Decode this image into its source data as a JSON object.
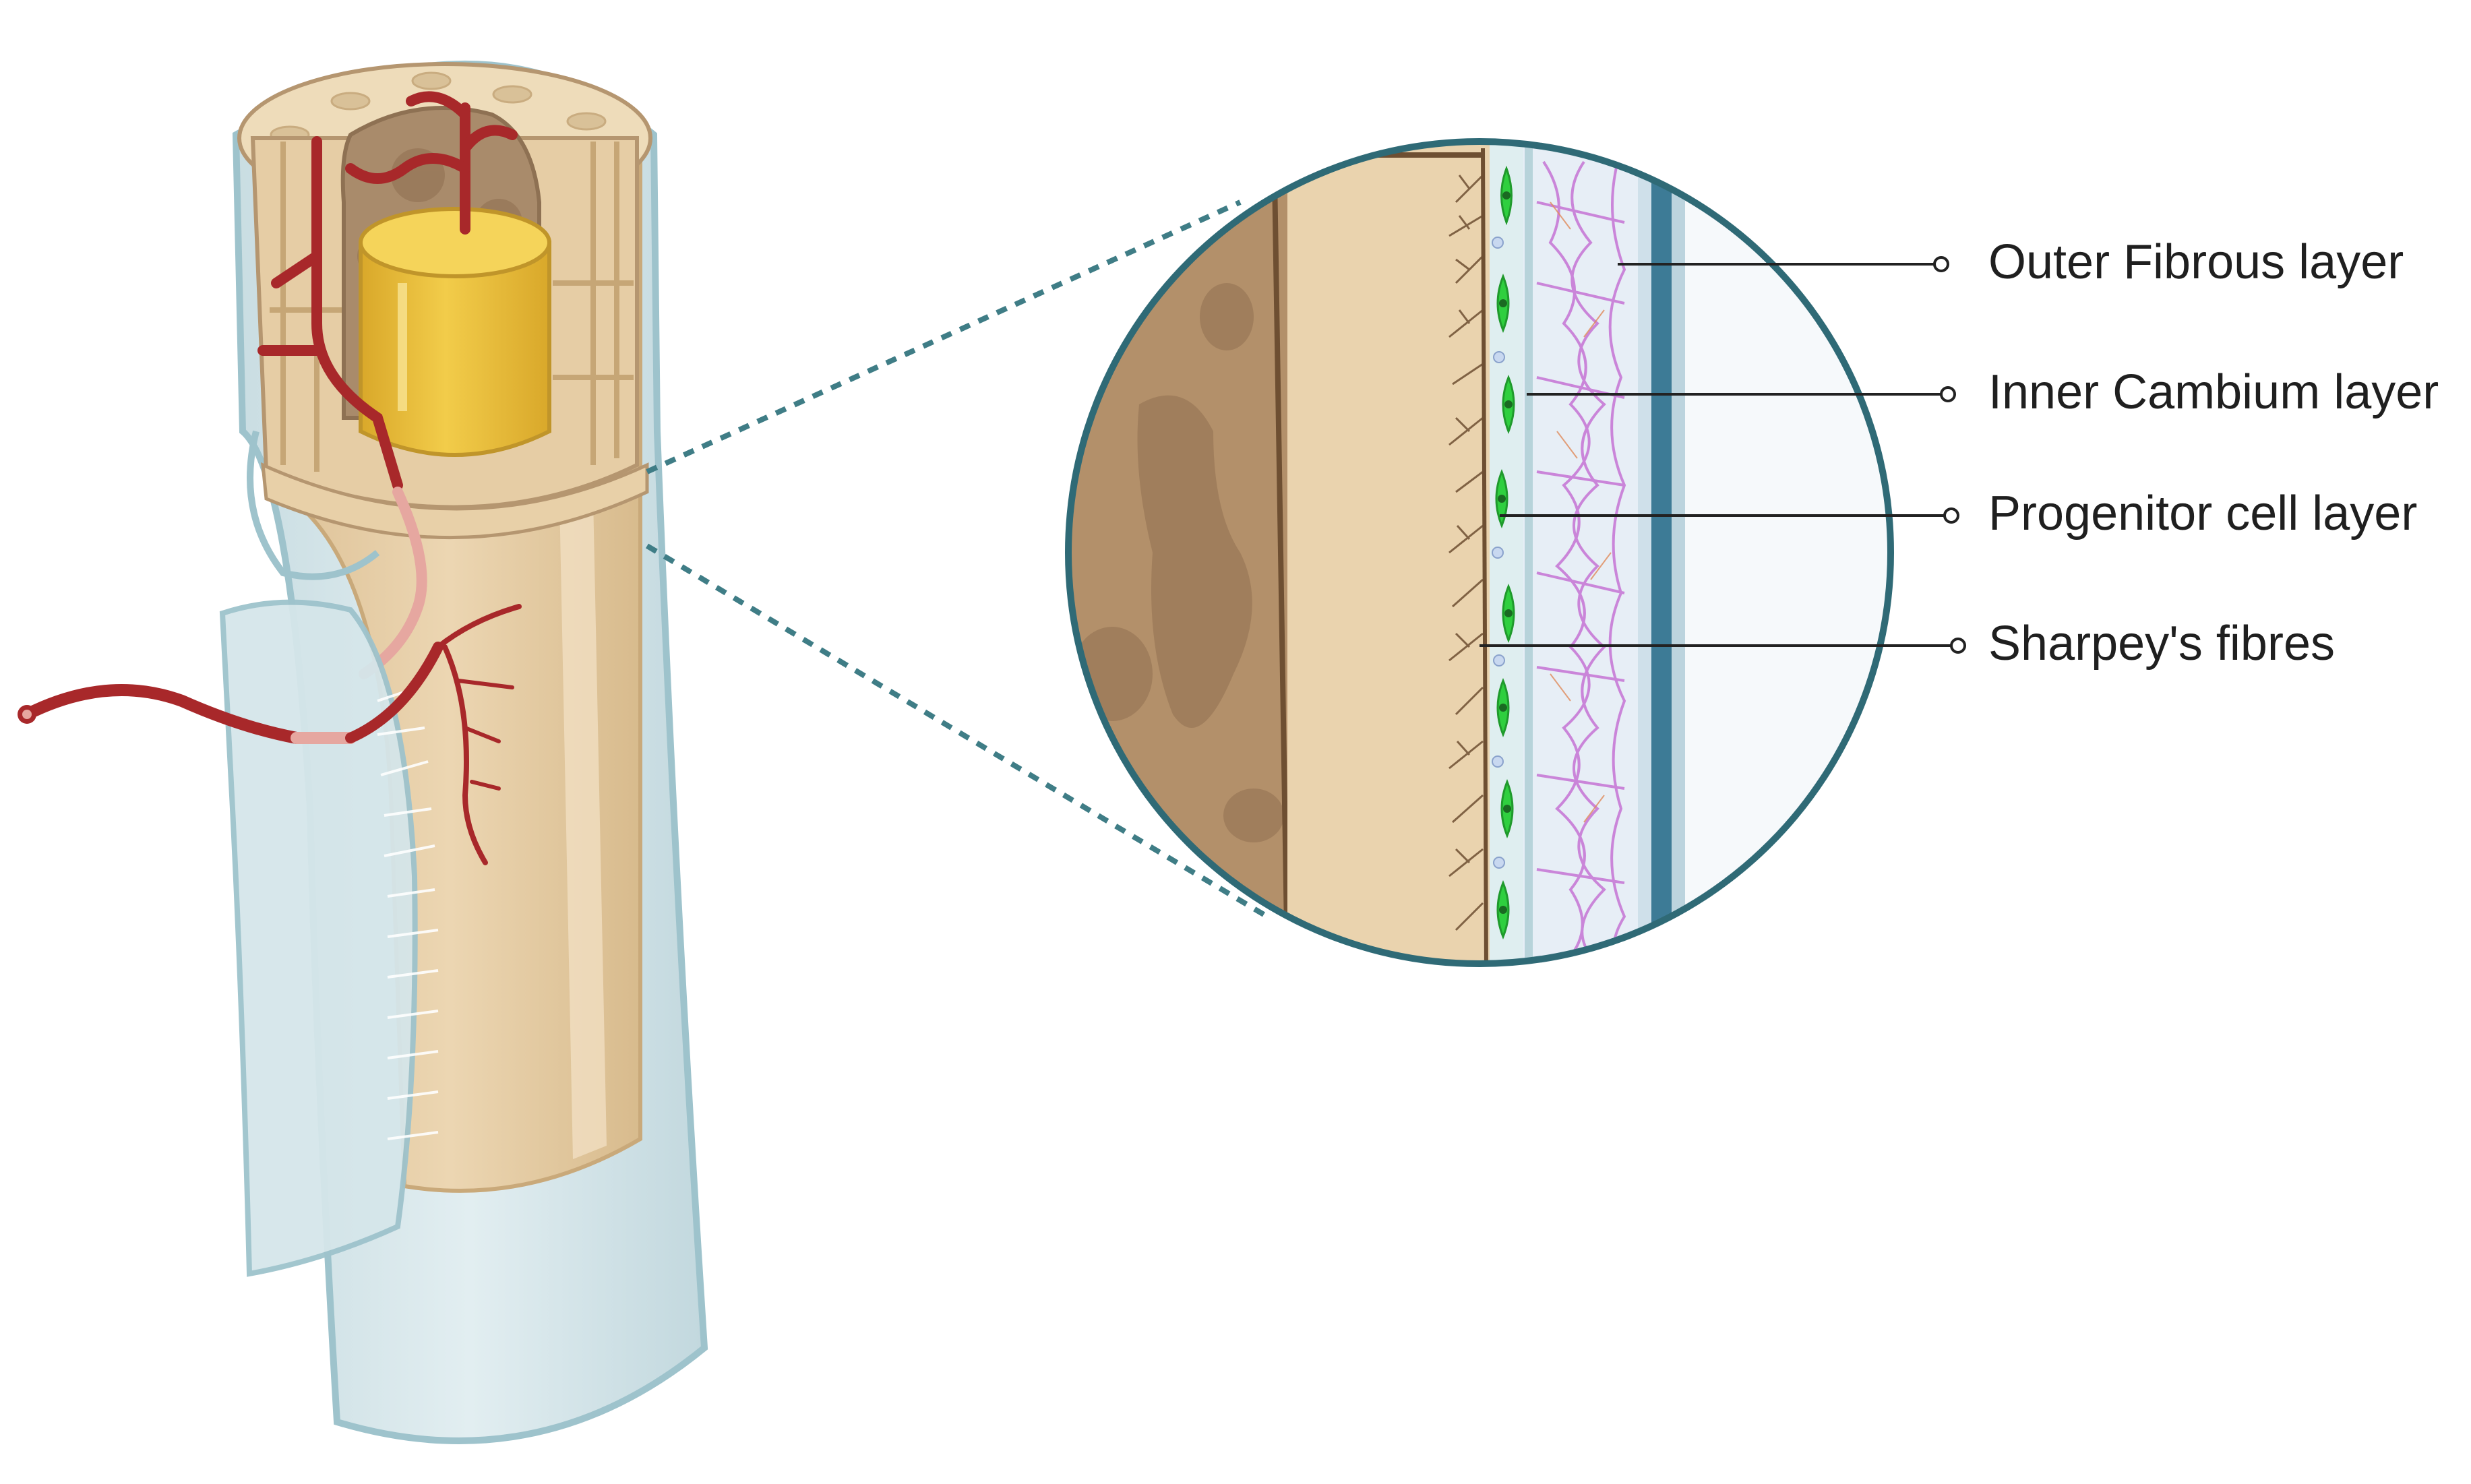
{
  "labels": {
    "outer_fibrous": "Outer Fibrous layer",
    "inner_cambium": "Inner Cambium layer",
    "progenitor": "Progenitor cell layer",
    "sharpey": "Sharpey's fibres"
  },
  "colors": {
    "bone": "#e8d2ad",
    "bone_dark": "#d9bd90",
    "marrow": "#b3906a",
    "marrow_spot": "#a5825e",
    "periosteum": "#d6e6ea",
    "periosteum_edge": "#9ec3cc",
    "vessel": "#a8282a",
    "vessel_pale": "#e6a7a0",
    "cylinder": "#e9c040",
    "cell_green": "#2fcf3f",
    "fibre_purple": "#c77ad6",
    "circle_edge": "#2f6a76",
    "dotted": "#3f7d86",
    "blue_band": "#3d7b96"
  },
  "icons": {
    "bone_cross_section": "bone-cross-section-icon",
    "zoom_circle": "magnified-view-icon",
    "blood_vessel": "blood-vessel-icon"
  }
}
